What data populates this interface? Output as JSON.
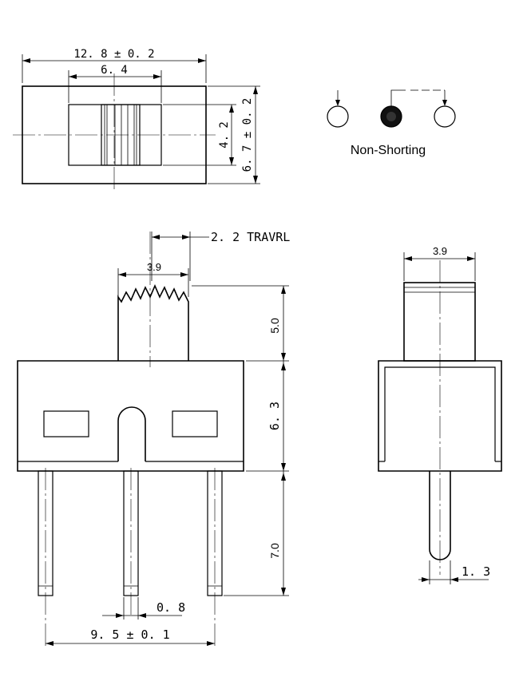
{
  "top_view": {
    "dim_overall_width": "12. 8 ± 0. 2",
    "dim_slot_width": "6. 4",
    "dim_slot_height": "4. 2",
    "dim_overall_height": "6. 7 ± 0. 2"
  },
  "schematic": {
    "label": "Non-Shorting"
  },
  "front_view": {
    "dim_travel": "2. 2 TRAVRL",
    "dim_actuator_width": "3.9",
    "dim_actuator_height": "5.0",
    "dim_body_height": "6. 3",
    "dim_pin_length": "7.0",
    "dim_pin_width": "0. 8",
    "dim_pin_pitch": "9. 5 ± 0. 1"
  },
  "side_view": {
    "dim_actuator_width": "3.9",
    "dim_pin_width": "1. 3"
  }
}
